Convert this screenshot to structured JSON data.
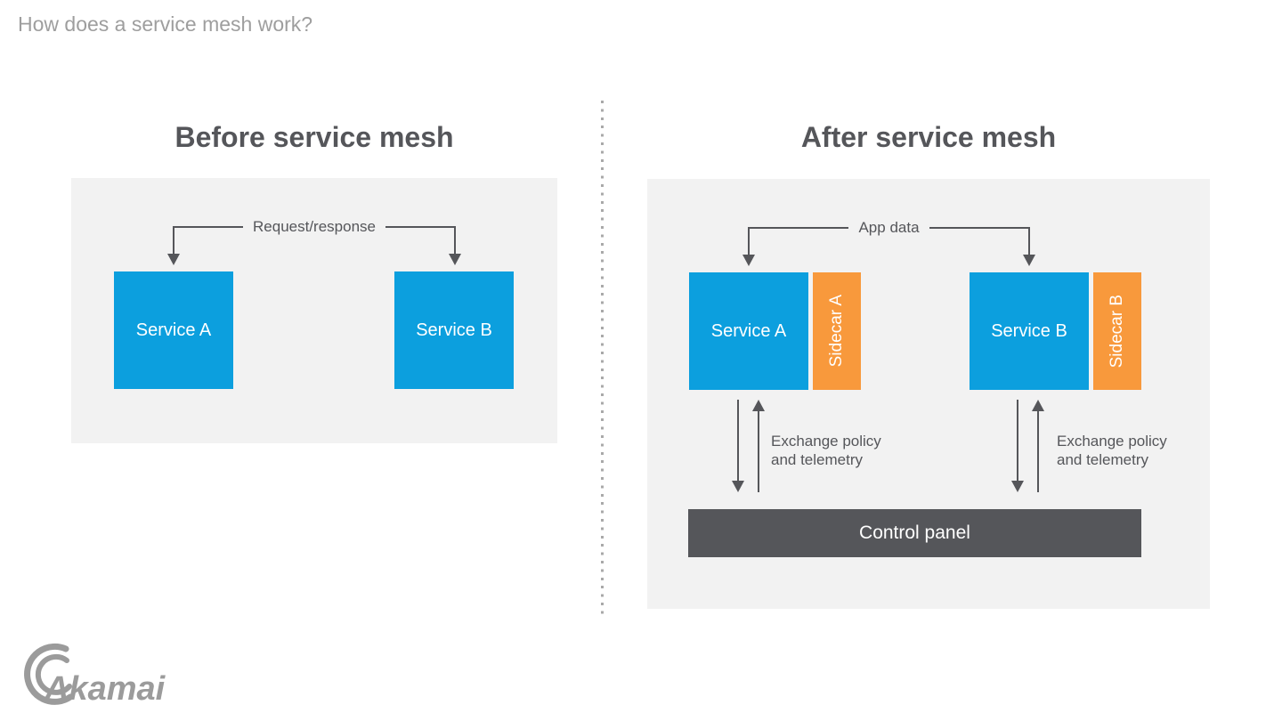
{
  "page": {
    "title": "How does a service mesh work?"
  },
  "colors": {
    "service_blue": "#0C9FDE",
    "sidecar_orange": "#F8993C",
    "dark_gray": "#55565A",
    "panel_bg": "#F2F2F2",
    "muted_gray": "#9E9E9E",
    "dot_gray": "#A9A9A9",
    "logo_gray": "#9B9B9B"
  },
  "before": {
    "title": "Before service mesh",
    "connector_label": "Request/response",
    "service_a": "Service A",
    "service_b": "Service B"
  },
  "after": {
    "title": "After service mesh",
    "connector_label": "App data",
    "service_a": "Service A",
    "sidecar_a": "Sidecar A",
    "service_b": "Service B",
    "sidecar_b": "Sidecar B",
    "exchange_label": "Exchange policy and telemetry",
    "control_panel": "Control panel"
  },
  "footer": {
    "logo_text": "Akamai"
  }
}
